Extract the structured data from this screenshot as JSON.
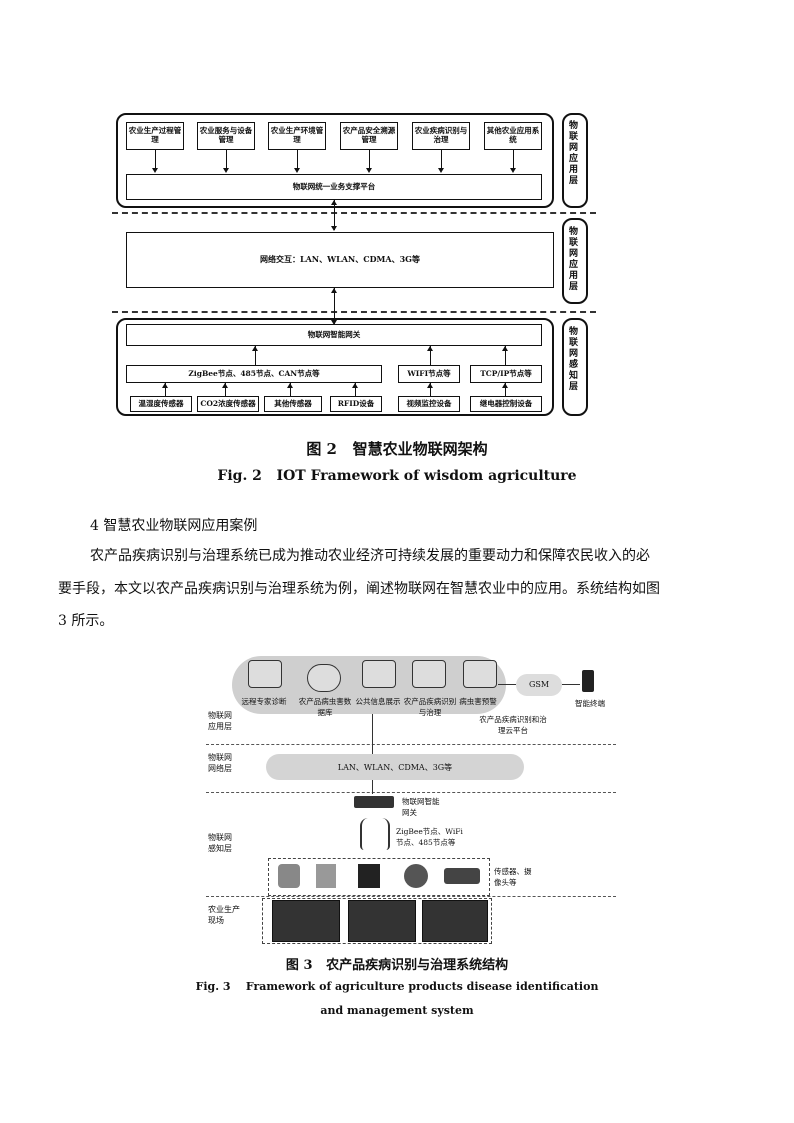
{
  "figure2": {
    "app_layer": {
      "boxes": [
        "农业生产过程管理",
        "农业服务与设备管理",
        "农业生产环境管理",
        "农产品安全溯源管理",
        "农业疾病识别与治理",
        "其他农业应用系统"
      ],
      "platform": "物联网统一业务支撑平台",
      "side": "物联网应用层"
    },
    "net_layer": {
      "text": "网络交互：LAN、WLAN、CDMA、3G等",
      "side": "物联网应用层"
    },
    "sense_layer": {
      "gateway": "物联网智能网关",
      "nodes": [
        "ZigBee节点、485节点、CAN节点等",
        "WIFI节点等",
        "TCP/IP节点等"
      ],
      "devices": [
        "温湿度传感器",
        "CO2浓度传感器",
        "其他传感器",
        "RFID设备",
        "视频监控设备",
        "继电器控制设备"
      ],
      "side": "物联网感知层"
    },
    "caption_cn": "图 2   智慧农业物联网架构",
    "caption_en": "Fig. 2   IOT Framework of wisdom agriculture"
  },
  "section": {
    "heading": "4 智慧农业物联网应用案例",
    "paragraph_line1": "农产品疾病识别与治理系统已成为推动农业经济可持续发展的重要动力和保障农民收入的必",
    "paragraph_line2": "要手段，本文以农产品疾病识别与治理系统为例，阐述物联网在智慧农业中的应用。系统结构如图",
    "paragraph_line3": "3 所示。"
  },
  "figure3": {
    "servers": [
      "远程专家诊断",
      "农产品病虫害数据库",
      "公共信息展示",
      "农产品疾病识别与治理",
      "病虫害预警"
    ],
    "gsm": "GSM",
    "terminal": "智能终端",
    "platform_label": "农产品疾病识别和治理云平台",
    "layer_app": "物联网应用层",
    "layer_net": "物联网网络层",
    "net_text": "LAN、WLAN、CDMA、3G等",
    "gateway": "物联网智能网关",
    "layer_sense": "物联网感知层",
    "nodes_text": "ZigBee节点、WiFi节点、485节点等",
    "sensors_label": "传感器、摄像头等",
    "field_label": "农业生产现场",
    "caption_cn": "图 3   农产品疾病识别与治理系统结构",
    "caption_en_line1": "Fig. 3    Framework of agriculture products disease identification",
    "caption_en_line2": "and management system"
  }
}
